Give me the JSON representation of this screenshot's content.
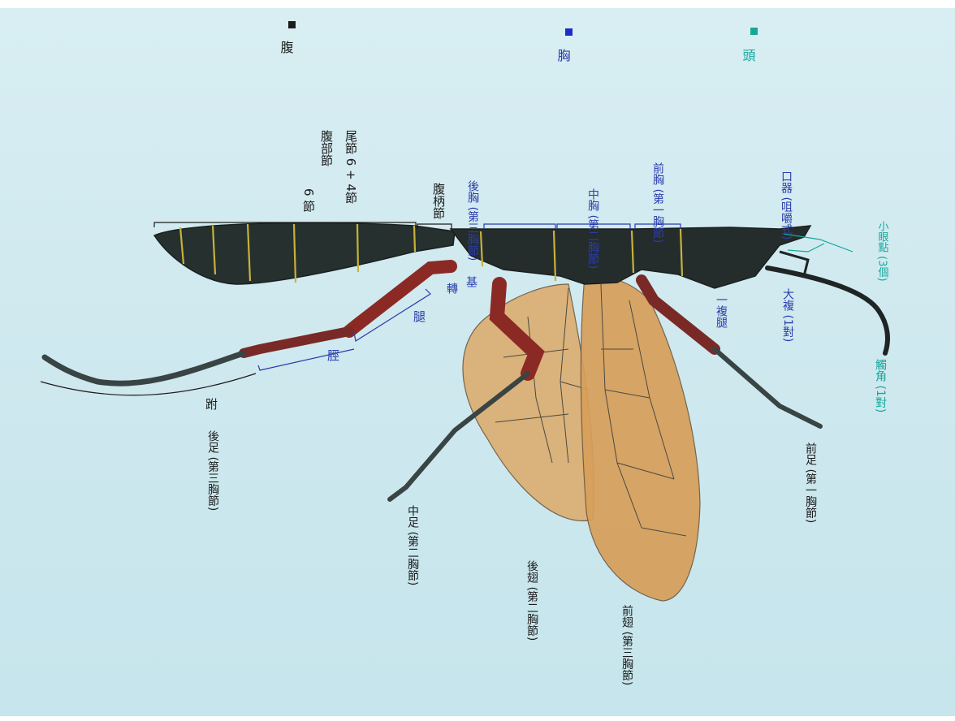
{
  "colors": {
    "paper": "#cfe9ef",
    "body_dark": "#26302f",
    "leg_red": "#8b2a24",
    "wing_fill": "#d9a35c",
    "label_blue": "#2b3cab",
    "label_teal": "#16a79a",
    "label_black": "#1c1c1c"
  },
  "legend": {
    "abdomen": "腹",
    "thorax": "胸",
    "head": "頭"
  },
  "parts": {
    "abdomen_note1": "腹部節",
    "abdomen_note2": "尾節 6 + 4節",
    "abdomen_note3": "腹柄節",
    "abdomen_note4": "6 節",
    "mouthparts": "口器 (咀嚼式)",
    "small_eyes": "小眼點 (3個)",
    "compound_eye": "大複 (1對)",
    "antenna": "觸角 (1對)",
    "forethorax": "前胸 (第一胸節)",
    "midthorax": "中胸 (第二胸節)",
    "hindthorax": "後胸 (第三胸節)",
    "foreleg": "前足 (第一胸節)",
    "midleg": "中足 (第二胸節)",
    "hindleg": "後足 (第三胸節)",
    "hindwing": "後翅 (第二胸節)",
    "forewing": "前翅 (第三胸節)",
    "femur": "腿",
    "tibia": "脛",
    "tarsus": "跗",
    "trochanter": "轉",
    "coxa": "基",
    "leg_hair": "一複腿"
  }
}
